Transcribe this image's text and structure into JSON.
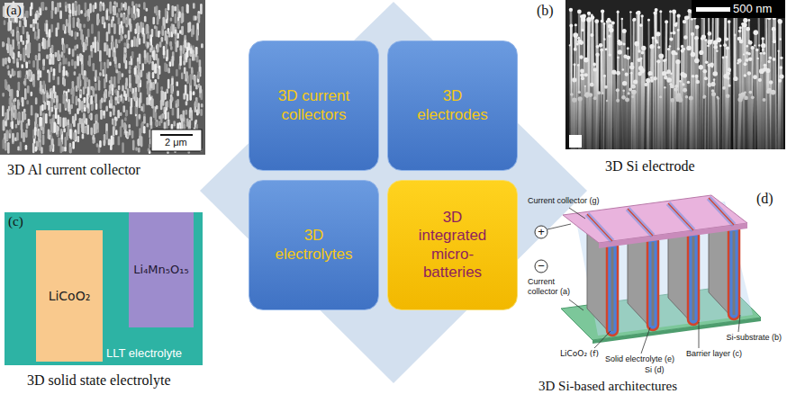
{
  "diagram": {
    "nodes": [
      {
        "text": [
          "3D current collectors"
        ]
      },
      {
        "text": [
          "3D electrodes"
        ]
      },
      {
        "text": [
          "3D electrolytes"
        ]
      },
      {
        "text": [
          "3D integrated micro-batteries"
        ]
      },
      {
        "text": [
          "LLT electrolyte"
        ]
      },
      {
        "text": [
          "LiCoO₂"
        ],
        "in": 4
      },
      {
        "text": [
          "Li₄Mn₅O₁₅"
        ],
        "in": 4
      }
    ],
    "labels": [
      "(a)",
      "2 μm",
      "3D Al current collector",
      "(b)",
      "500 nm",
      "3D Si electrode",
      "(c)",
      "3D solid state electrolyte",
      "Current collector (g)",
      "(d)",
      "+",
      "−",
      "Current collector (a)",
      "LiCoO₂ (f)",
      "Solid electrolyte (e)",
      "Si (d)",
      "Barrier layer (c)",
      "Si-substrate (b)",
      "3D Si-based architectures"
    ]
  }
}
